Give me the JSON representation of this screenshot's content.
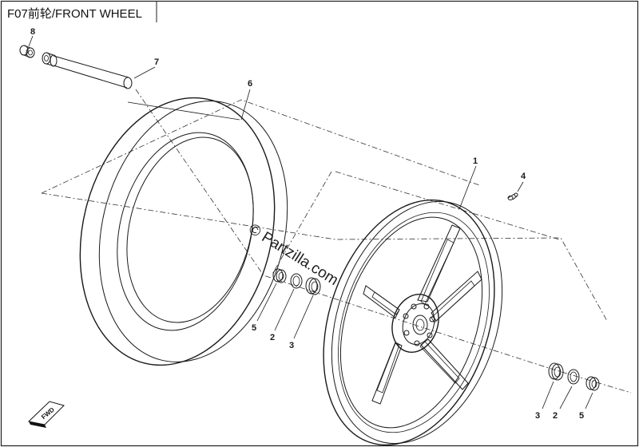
{
  "diagram": {
    "title": "F07前轮/FRONT WHEEL",
    "watermark": "© Partzilla.com",
    "direction_badge": "FWD",
    "callouts": {
      "wheel": "1",
      "spacer_left": "2",
      "bearing_left": "3",
      "valve": "4",
      "seal_left": "5",
      "tire": "6",
      "axle": "7",
      "axle_nut": "8",
      "bearing_right": "3",
      "spacer_right": "2",
      "seal_right": "5"
    }
  }
}
